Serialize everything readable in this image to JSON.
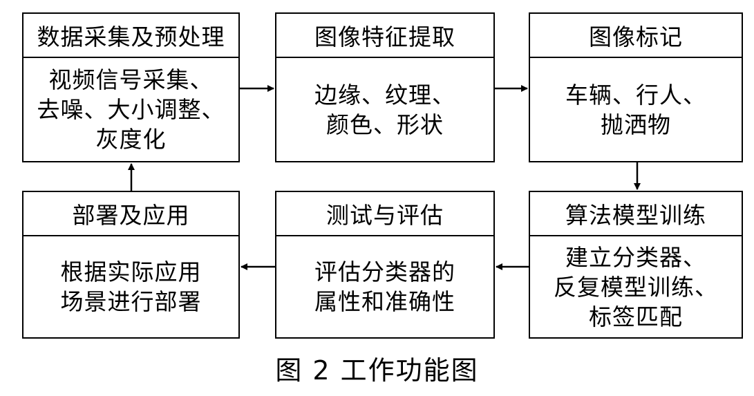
{
  "boxes": [
    {
      "title": "数据采集及预处理",
      "lines": [
        "视频信号采集、",
        "去噪、大小调整、",
        "灰度化"
      ]
    },
    {
      "title": "图像特征提取",
      "lines": [
        "边缘、纹理、",
        "颜色、形状"
      ]
    },
    {
      "title": "图像标记",
      "lines": [
        "车辆、行人、",
        "抛洒物"
      ]
    },
    {
      "title": "算法模型训练",
      "lines": [
        "建立分类器、",
        "反复模型训练、",
        "标签匹配"
      ]
    },
    {
      "title": "测试与评估",
      "lines": [
        "评估分类器的",
        "属性和准确性"
      ]
    },
    {
      "title": "部署及应用",
      "lines": [
        "根据实际应用",
        "场景进行部署"
      ]
    }
  ],
  "caption": "图 2   工作功能图"
}
